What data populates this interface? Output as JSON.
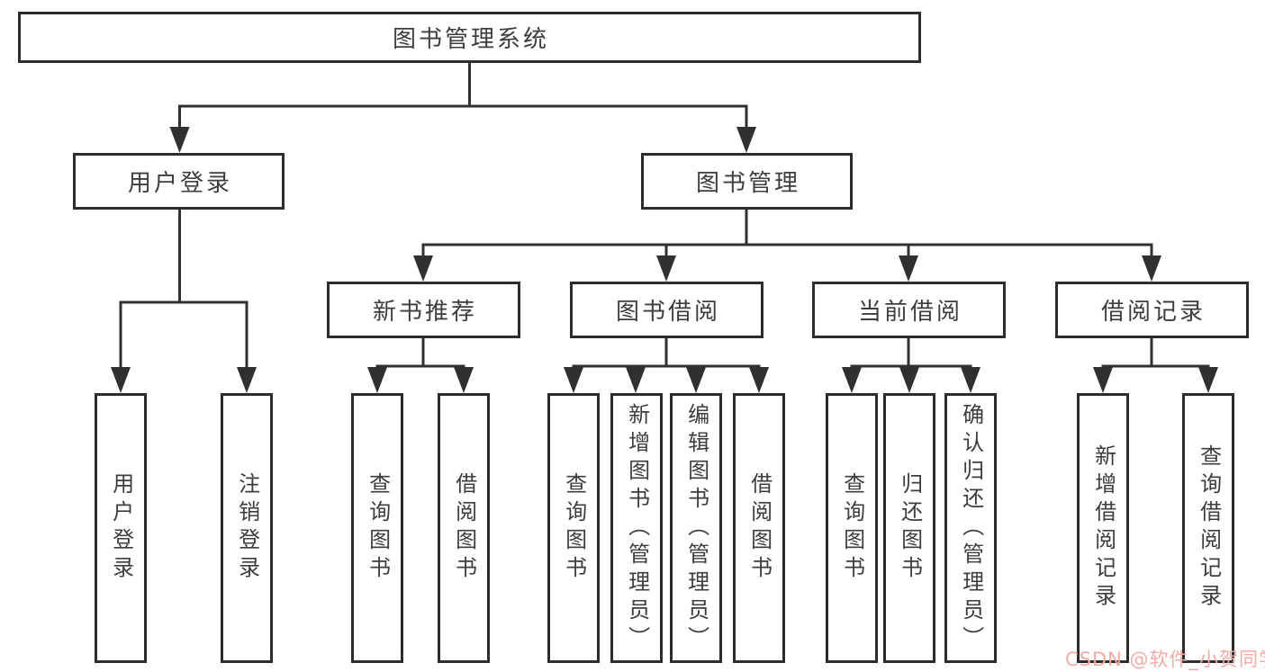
{
  "tree": {
    "root": {
      "label": "图书管理系统"
    },
    "children": [
      {
        "label": "用户登录",
        "children": [
          {
            "label": "用户登录"
          },
          {
            "label": "注销登录"
          }
        ]
      },
      {
        "label": "图书管理",
        "children": [
          {
            "label": "新书推荐",
            "children": [
              {
                "label": "查询图书"
              },
              {
                "label": "借阅图书"
              }
            ]
          },
          {
            "label": "图书借阅",
            "children": [
              {
                "label": "查询图书"
              },
              {
                "label": "新增图书（管理员）"
              },
              {
                "label": "编辑图书（管理员）"
              },
              {
                "label": "借阅图书"
              }
            ]
          },
          {
            "label": "当前借阅",
            "children": [
              {
                "label": "查询图书"
              },
              {
                "label": "归还图书"
              },
              {
                "label": "确认归还（管理员）"
              }
            ]
          },
          {
            "label": "借阅记录",
            "children": [
              {
                "label": "新增借阅记录"
              },
              {
                "label": "查询借阅记录"
              }
            ]
          }
        ]
      }
    ]
  },
  "watermark": {
    "text": "CSDN @软件_小贺同学"
  },
  "colors": {
    "line": "#303030",
    "box_border": "#2d2d2d",
    "text": "#3d3d3d",
    "background": "#ffffff",
    "watermark": "#f2aba7"
  }
}
